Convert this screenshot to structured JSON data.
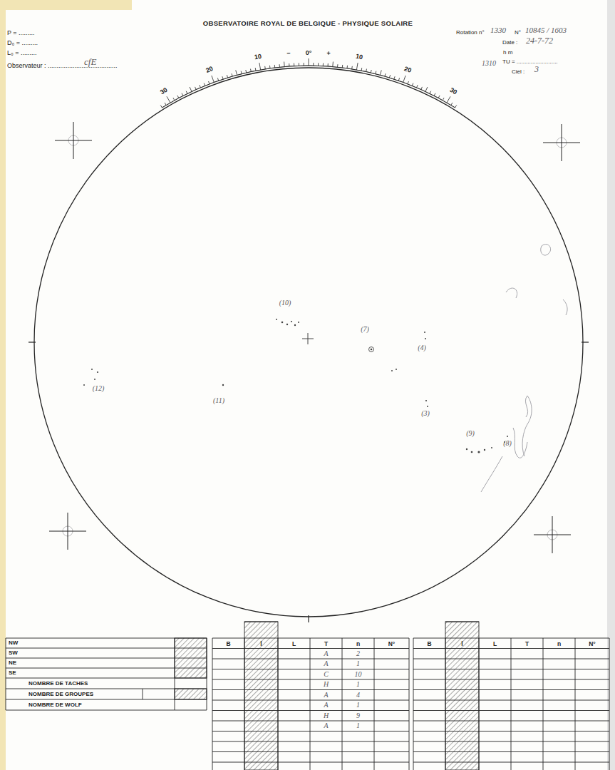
{
  "diagram": {
    "title": "OBSERVATOIRE ROYAL DE BELGIQUE - PHYSIQUE SOLAIRE",
    "labels": [
      "P = .........",
      "D₀ = .........",
      "L₀ = .........",
      "Observateur : .......................................",
      "cfE",
      "Rotation n°",
      "1330",
      "N°",
      "10845 / 1603",
      "Date :",
      "24-7-72",
      "h     m",
      "1310",
      "TU = ..........................",
      "Ciel :",
      "3",
      "30",
      "20",
      "10",
      "−",
      "0°",
      "+",
      "10",
      "20",
      "30",
      "(10)",
      "(7)",
      "(4)",
      "(11)",
      "(12)",
      "(3)",
      "(9)",
      "(8)",
      "NW",
      "SW",
      "NE",
      "SE",
      "NOMBRE DE TACHES",
      "NOMBRE DE GROUPES",
      "NOMBRE DE WOLF",
      "B",
      "l",
      "L",
      "T",
      "n",
      "N°",
      "B",
      "l",
      "L",
      "T",
      "n",
      "N°",
      "A",
      "2",
      "A",
      "1",
      "C",
      "10",
      "H",
      "1",
      "A",
      "4",
      "A",
      "1",
      "H",
      "9",
      "A",
      "1"
    ]
  }
}
